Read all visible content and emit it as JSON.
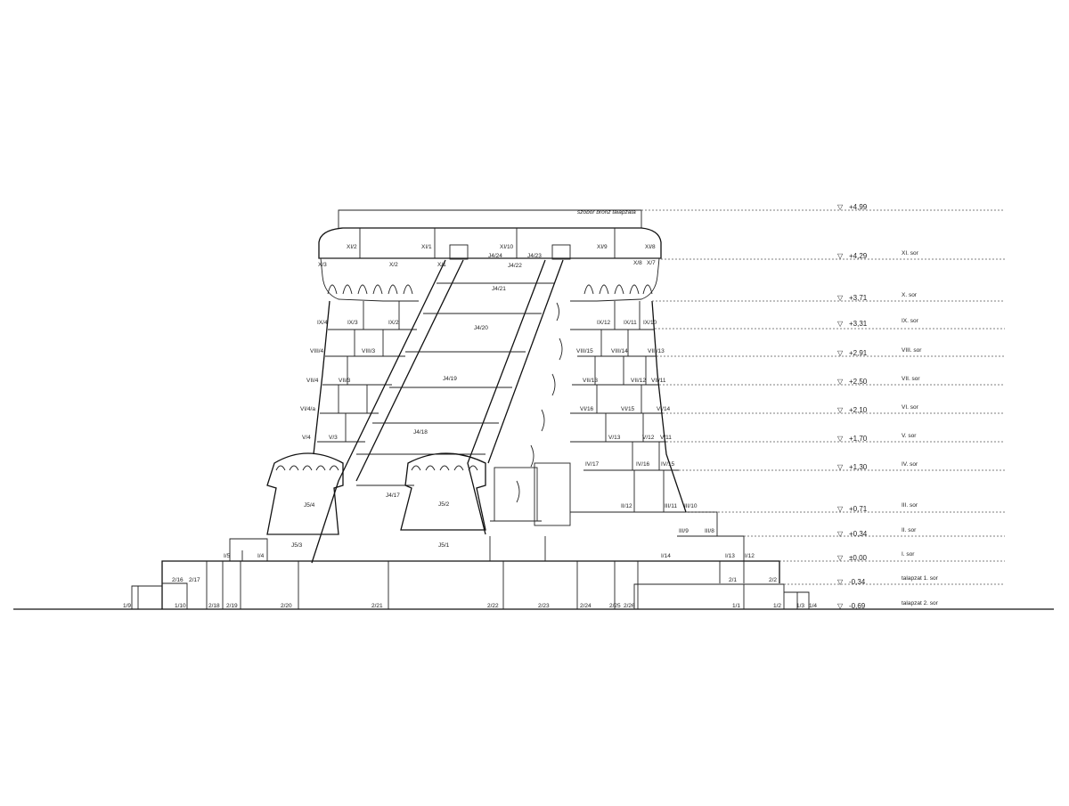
{
  "drawing": {
    "top_note": "szobor bronz talapzata"
  },
  "levels": [
    {
      "id": "l499",
      "elev": "+4,99",
      "row": ""
    },
    {
      "id": "l429",
      "elev": "+4,29",
      "row": "XI. sor"
    },
    {
      "id": "l371",
      "elev": "+3,71",
      "row": "X. sor"
    },
    {
      "id": "l331",
      "elev": "+3,31",
      "row": "IX. sor"
    },
    {
      "id": "l291",
      "elev": "+2,91",
      "row": "VIII. sor"
    },
    {
      "id": "l250",
      "elev": "+2,50",
      "row": "VII. sor"
    },
    {
      "id": "l210",
      "elev": "+2,10",
      "row": "VI. sor"
    },
    {
      "id": "l170",
      "elev": "+1,70",
      "row": "V. sor"
    },
    {
      "id": "l130",
      "elev": "+1,30",
      "row": "IV. sor"
    },
    {
      "id": "l071",
      "elev": "+0,71",
      "row": "III. sor"
    },
    {
      "id": "l034",
      "elev": "+0,34",
      "row": "II. sor"
    },
    {
      "id": "l000",
      "elev": "±0,00",
      "row": "I. sor"
    },
    {
      "id": "lm034",
      "elev": "-0,34",
      "row": "talapzat 1. sor"
    },
    {
      "id": "lm069",
      "elev": "-0,69",
      "row": "talapzat 2. sor"
    }
  ],
  "stones": [
    "XI/2",
    "XI/1",
    "XI/10",
    "XI/9",
    "XI/8",
    "X/3",
    "X/2",
    "X/1",
    "J4/24",
    "J4/23",
    "J4/22",
    "X/8",
    "X/7",
    "J4/21",
    "IX/4",
    "IX/3",
    "IX/2",
    "IX/12",
    "IX/11",
    "IX/10",
    "J4/20",
    "VIII/4",
    "VIII/3",
    "VIII/15",
    "VIII/14",
    "VIII/13",
    "J4/19",
    "VII/4",
    "VII/3",
    "VII/13",
    "VII/12",
    "VII/11",
    "VI/4/a",
    "VI/16",
    "VI/15",
    "VI/14",
    "J4/18",
    "V/4",
    "V/3",
    "V/13",
    "V/12",
    "V/11",
    "IV/17",
    "IV/16",
    "IV/15",
    "J5/4",
    "J4/17",
    "J5/2",
    "II/12",
    "III/11",
    "III/10",
    "III/9",
    "III/8",
    "J5/3",
    "J5/1",
    "I/5",
    "I/4",
    "I/14",
    "I/13",
    "I/12",
    "2/16",
    "2/17",
    "2/1",
    "2/2",
    "1/9",
    "1/10",
    "2/18",
    "2/19",
    "2/20",
    "2/21",
    "2/22",
    "2/23",
    "2/24",
    "2/25",
    "2/26",
    "1/1",
    "1/2",
    "1/3",
    "1/4"
  ]
}
